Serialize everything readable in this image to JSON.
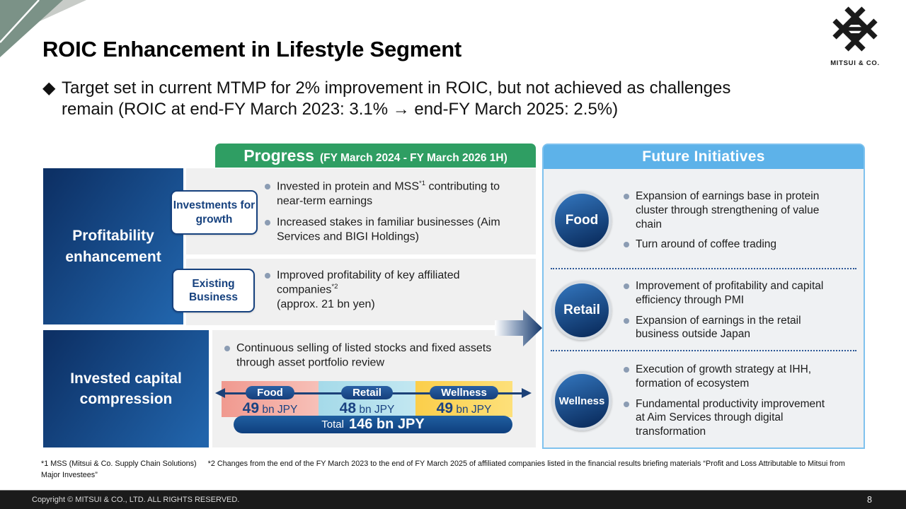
{
  "slide": {
    "title": "ROIC Enhancement in Lifestyle Segment",
    "subtitle_marker": "◆",
    "subtitle_line1": "Target set in current MTMP for 2% improvement in ROIC, but not achieved as challenges",
    "subtitle_line2": "remain (ROIC at end-FY March 2023: 3.1% → end-FY March 2025: 2.5%)"
  },
  "logo": {
    "text": "MITSUI & CO."
  },
  "progress": {
    "header": {
      "title": "Progress",
      "period": "(FY March 2024 - FY March 2026 1H)"
    },
    "profitability": {
      "label": "Profitability enhancement",
      "investments": {
        "tag": "Investments for growth",
        "bullets": [
          {
            "pre": "Invested in protein and MSS",
            "sup": "*1",
            "post": " contributing to near-term earnings"
          },
          {
            "pre": "Increased stakes in familiar businesses (Aim Services and BIGI Holdings)",
            "sup": "",
            "post": ""
          }
        ]
      },
      "existing": {
        "tag": "Existing Business",
        "bullets": [
          {
            "pre": "Improved profitability of key affiliated companies",
            "sup": "*2",
            "line2": "(approx. 21 bn yen)"
          }
        ]
      }
    },
    "invested_capital": {
      "label": "Invested capital compression",
      "bullets": [
        {
          "pre": "Continuous selling of listed stocks and fixed assets through asset portfolio review",
          "sup": "",
          "post": ""
        }
      ]
    }
  },
  "divestment": {
    "segments": [
      {
        "name": "Food",
        "value": "49",
        "unit": "bn JPY"
      },
      {
        "name": "Retail",
        "value": "48",
        "unit": "bn JPY"
      },
      {
        "name": "Wellness",
        "value": "49",
        "unit": "bn JPY"
      }
    ],
    "total_prefix": "Total",
    "total_value": "146 bn JPY"
  },
  "future": {
    "header": "Future Initiatives",
    "groups": [
      {
        "name": "Food",
        "bullets": [
          "Expansion of earnings base in protein cluster through strengthening of value chain",
          "Turn around of coffee trading"
        ]
      },
      {
        "name": "Retail",
        "bullets": [
          "Improvement of profitability and capital efficiency through PMI",
          "Expansion of earnings in the retail business outside Japan"
        ]
      },
      {
        "name": "Wellness",
        "bullets": [
          "Execution of growth strategy at IHH, formation of ecosystem",
          "Fundamental productivity improvement at Aim Services through digital transformation"
        ]
      }
    ]
  },
  "footnotes": {
    "note1": "*1 MSS (Mitsui & Co. Supply Chain Solutions)",
    "note2": "*2 Changes from the end of the FY March 2023 to the end of FY March 2025 of affiliated companies listed in the financial results briefing materials “Profit and Loss Attributable to Mitsui from Major Investees”"
  },
  "footer": {
    "copyright": "Copyright © MITSUI & CO., LTD. ALL RIGHTS RESERVED.",
    "page": "8"
  },
  "colors": {
    "progress_green": "#2f9e63",
    "future_blue": "#5db2e9",
    "navy_dark": "#0d3166",
    "navy_light": "#2164ab",
    "food_pink": "#f2a79d",
    "retail_cyan": "#a9dcea",
    "wellness_yellow": "#fbd254"
  }
}
